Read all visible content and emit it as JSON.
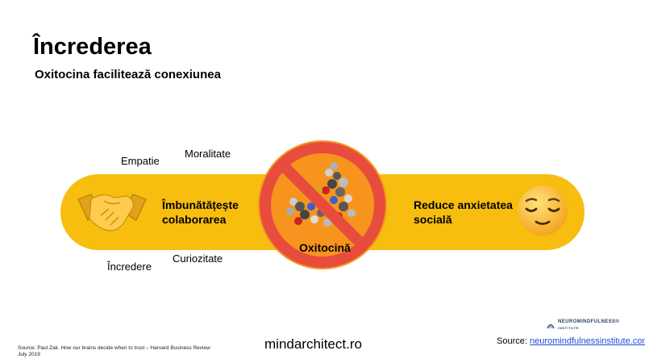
{
  "title": "Încrederea",
  "subtitle": "Oxitocina facilitează conexiunea",
  "words": {
    "empathy": "Empatie",
    "morality": "Moralitate",
    "trust": "Încredere",
    "curiosity": "Curiozitate"
  },
  "band": {
    "left_text_line1": "Îmbunătățește",
    "left_text_line2": "colaborarea",
    "right_text_line1": "Reduce anxietatea",
    "right_text_line2": "socială",
    "center_label": "Oxitocină"
  },
  "icons": {
    "left": "handshake-icon",
    "right": "relieved-face-icon",
    "center": "prohibited-sign-icon"
  },
  "colors": {
    "band": "#f7bd0f",
    "center_circle": "#f7941d",
    "prohibition": "#e84c3d",
    "link": "#1f4fd6"
  },
  "footer": {
    "source_left_line1": "Source: Paul Zak. How our brains decide when to trust – Harvard Business Review",
    "source_left_line2": "July 2019",
    "site": "mindarchitect.ro",
    "logo_name": "NEUROMINDFULNESS®",
    "logo_sub": "INSTITUTE",
    "source_right_label": "Source: ",
    "source_right_link": "neuromindfulnessinstitute.com"
  }
}
